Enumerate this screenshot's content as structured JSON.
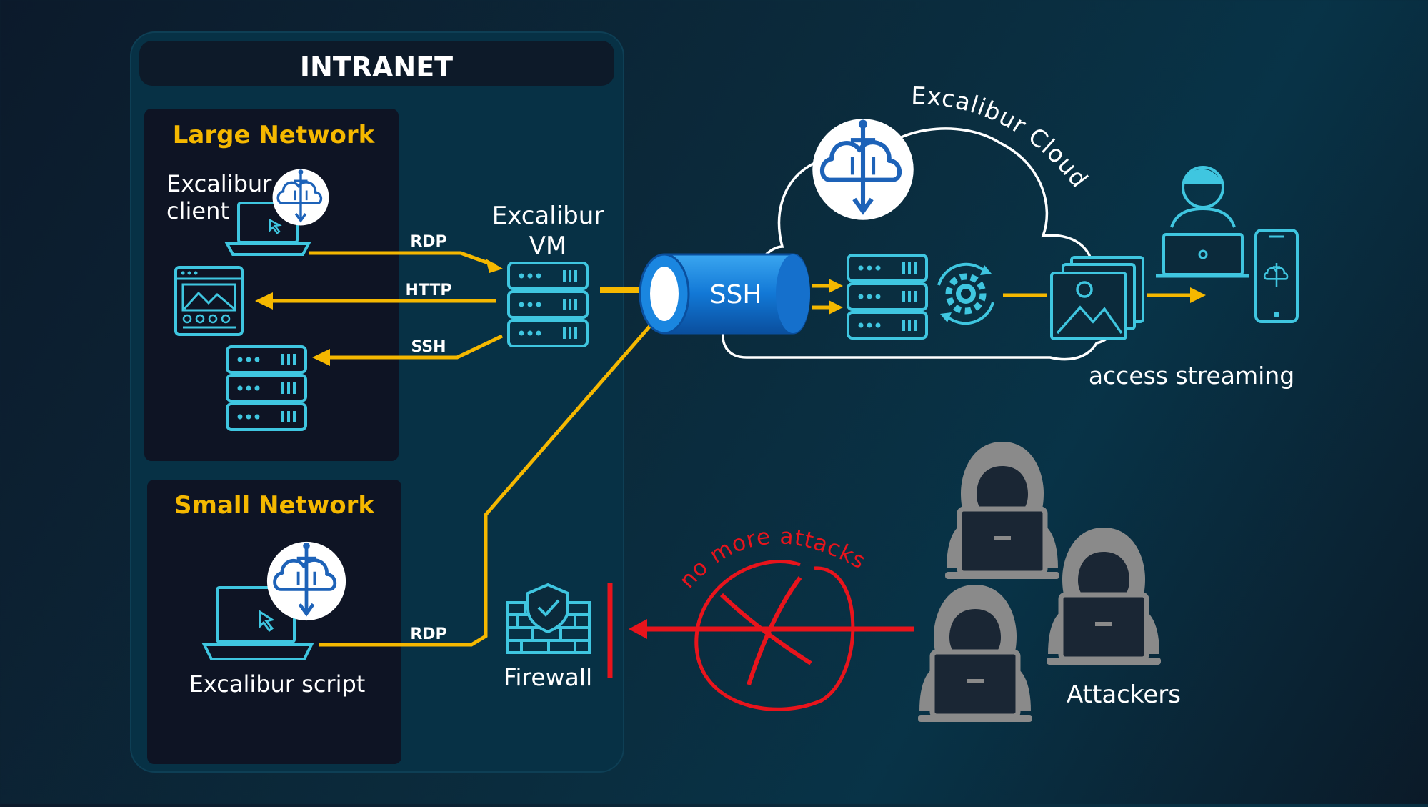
{
  "intranet": {
    "title": "INTRANET"
  },
  "large_network": {
    "title": "Large Network",
    "client_label_line1": "Excalibur",
    "client_label_line2": "client"
  },
  "small_network": {
    "title": "Small Network",
    "script_label": "Excalibur script"
  },
  "vm": {
    "label_line1": "Excalibur",
    "label_line2": "VM"
  },
  "connections": {
    "rdp_top": "RDP",
    "http": "HTTP",
    "ssh_internal": "SSH",
    "rdp_bottom": "RDP"
  },
  "tunnel": {
    "label": "SSH"
  },
  "cloud": {
    "label": "Excalibur Cloud"
  },
  "access": {
    "label": "access streaming"
  },
  "firewall": {
    "label": "Firewall"
  },
  "attack": {
    "note": "no more attacks"
  },
  "attackers": {
    "label": "Attackers"
  },
  "colors": {
    "accent": "#f5b800",
    "icon": "#3fc6e0",
    "attack": "#e8141c",
    "hacker": "#8a8a8a",
    "panel": "#112235"
  }
}
